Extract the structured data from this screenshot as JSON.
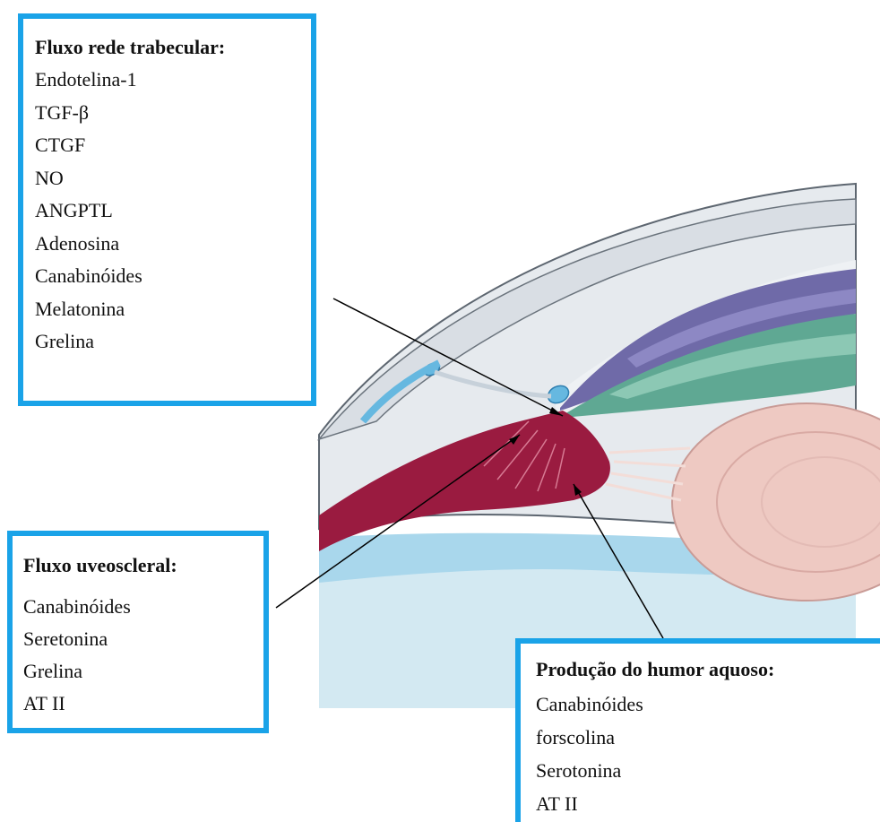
{
  "trabecular_box": {
    "title": "Fluxo rede trabecular:",
    "items": [
      "Endotelina-1",
      "TGF-β",
      "CTGF",
      "NO",
      "ANGPTL",
      "Adenosina",
      "Canabinóides",
      "Melatonina",
      "Grelina"
    ]
  },
  "uveoscleral_box": {
    "title": "Fluxo uveoscleral:",
    "items": [
      "Canabinóides",
      "Seretonina",
      "Grelina",
      "AT II"
    ]
  },
  "aqueous_box": {
    "title": "Produção do humor aquoso:",
    "items": [
      "Canabinóides",
      "forscolina",
      "Serotonina",
      "AT II"
    ]
  },
  "colors": {
    "box_border": "#1aa3e8",
    "sclera": "#e8ebee",
    "cornea_outer": "#d7dde3",
    "iris_purple": "#6f6aa8",
    "ciliary_green": "#5fa893",
    "ciliary_body": "#9a1b40",
    "lens": "#eec9c2",
    "vitreous_blue": "#cde8f2",
    "schlemm_blue": "#66b8e0"
  }
}
